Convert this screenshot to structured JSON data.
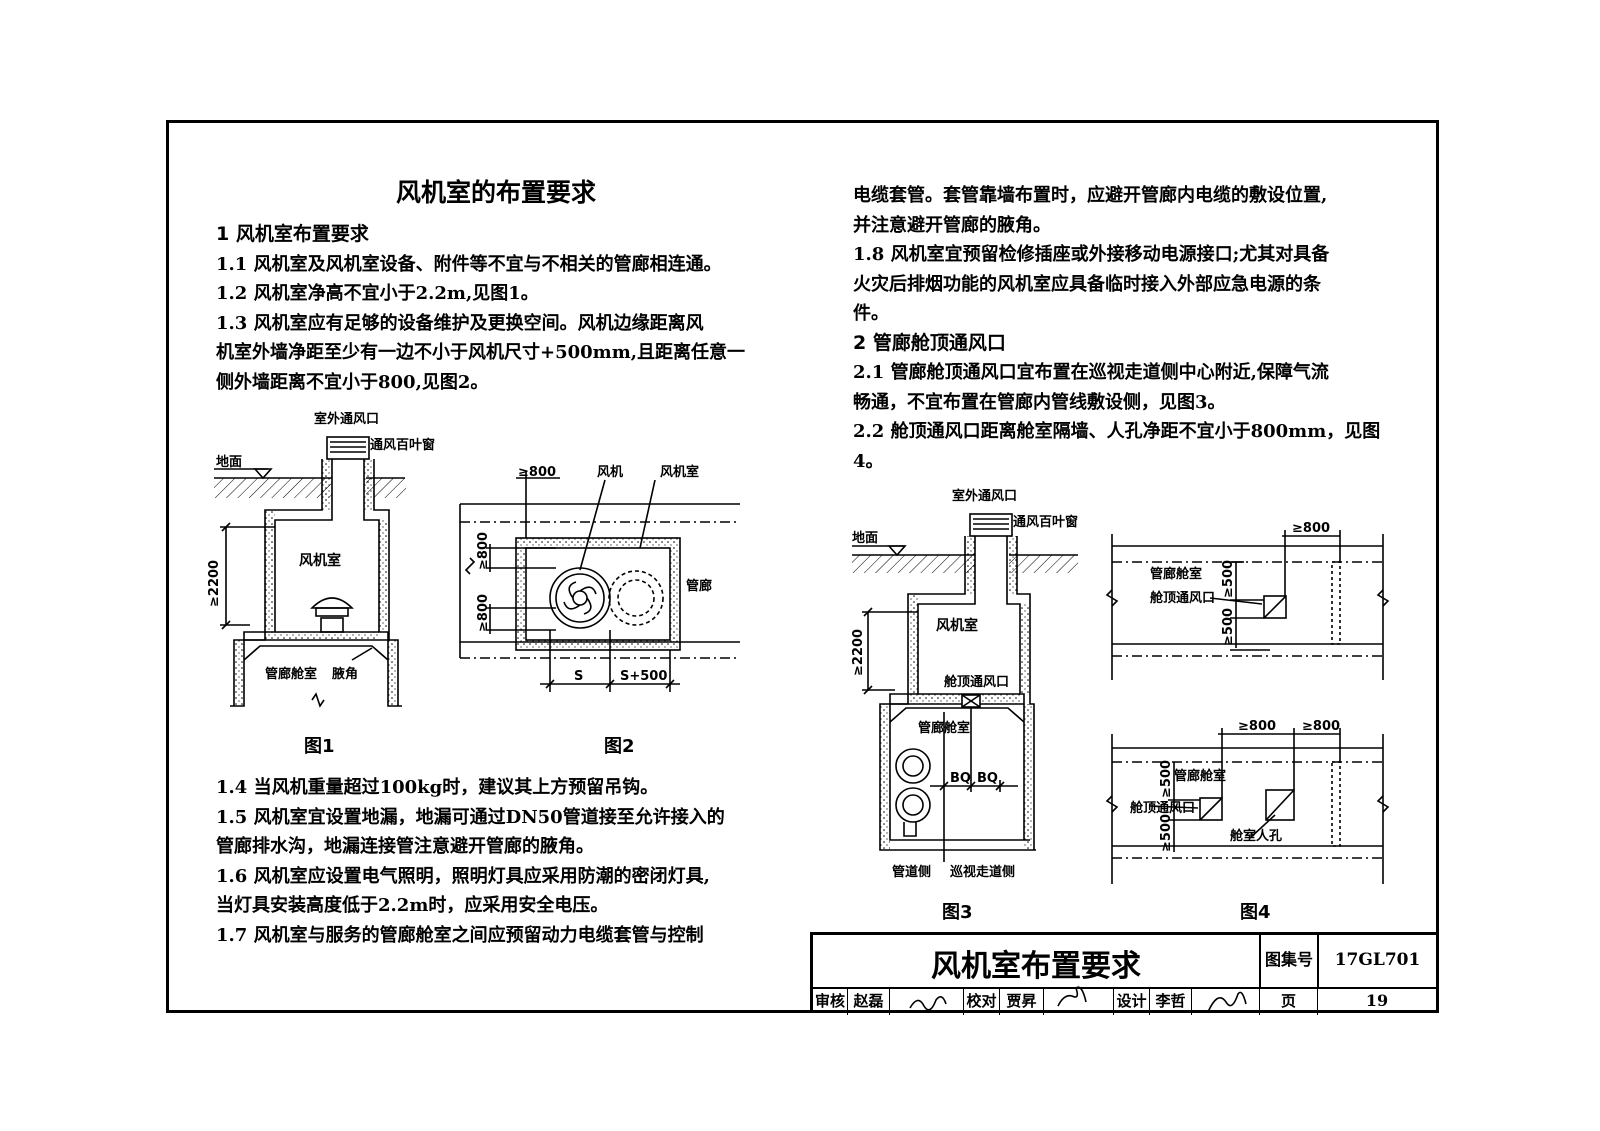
{
  "heading": "风机室的布置要求",
  "left_text": {
    "section1": "1 风机室布置要求",
    "p1_1": "1.1 风机室及风机室设备、附件等不宜与不相关的管廊相连通。",
    "p1_2": "1.2 风机室净高不宜小于2.2m,见图1。",
    "p1_3a": "1.3 风机室应有足够的设备维护及更换空间。风机边缘距离风",
    "p1_3b": "机室外墙净距至少有一边不小于风机尺寸+500mm,且距离任意一",
    "p1_3c": "侧外墙距离不宜小于800,见图2。",
    "p1_4": "1.4 当风机重量超过100kg时，建议其上方预留吊钩。",
    "p1_5a": "1.5 风机室宜设置地漏，地漏可通过DN50管道接至允许接入的",
    "p1_5b": "管廊排水沟，地漏连接管注意避开管廊的腋角。",
    "p1_6a": "1.6 风机室应设置电气照明，照明灯具应采用防潮的密闭灯具,",
    "p1_6b": "当灯具安装高度低于2.2m时，应采用安全电压。",
    "p1_7a": "1.7 风机室与服务的管廊舱室之间应预留动力电缆套管与控制"
  },
  "right_text": {
    "p1_7b": "电缆套管。套管靠墙布置时，应避开管廊内电缆的敷设位置,",
    "p1_7c": "并注意避开管廊的腋角。",
    "p1_8a": "1.8 风机室宜预留检修插座或外接移动电源接口;尤其对具备",
    "p1_8b": "火灾后排烟功能的风机室应具备临时接入外部应急电源的条",
    "p1_8c": "件。",
    "section2": "2 管廊舱顶通风口",
    "p2_1a": "2.1 管廊舱顶通风口宜布置在巡视走道侧中心附近,保障气流",
    "p2_1b": "畅通，不宜布置在管廊内管线敷设侧，见图3。",
    "p2_2a": "2.2 舱顶通风口距离舱室隔墙、人孔净距不宜小于800mm，见图",
    "p2_2b": "4。"
  },
  "fig1": {
    "caption": "图1",
    "outdoor_vent": "室外通风口",
    "louver": "通风百叶窗",
    "ground": "地面",
    "fan_room": "风机室",
    "height": "≥2200",
    "cabin": "管廊舱室",
    "haunch": "腋角"
  },
  "fig2": {
    "caption": "图2",
    "dim800_top": "≥800",
    "fan": "风机",
    "fan_room": "风机室",
    "corridor": "管廊",
    "dim800_a": "≥800",
    "dim800_b": "≥800",
    "s": "S",
    "s500": "S+500"
  },
  "fig3": {
    "caption": "图3",
    "outdoor_vent": "室外通风口",
    "louver": "通风百叶窗",
    "ground": "地面",
    "fan_room": "风机室",
    "height": "≥2200",
    "roof_vent": "舱顶通风口",
    "cabin": "管廊舱室",
    "bq1": "BQ",
    "bq2": "BQ",
    "pipe_side": "管道侧",
    "walk_side": "巡视走道侧"
  },
  "fig4": {
    "caption": "图4",
    "top_dim": "≥800",
    "cabin_a": "管廊舱室",
    "vent_a": "舱顶通风口",
    "d500_a1": "≥500",
    "d500_a2": "≥500",
    "dim800_1": "≥800",
    "dim800_2": "≥800",
    "cabin_b": "管廊舱室",
    "vent_b": "舱顶通风口",
    "manhole": "舱室人孔",
    "d500_b1": "≥500",
    "d500_b2": "≥500"
  },
  "title_block": {
    "title": "风机室布置要求",
    "atlas_label": "图集号",
    "atlas_no": "17GL701",
    "review_label": "审核",
    "reviewer": "赵磊",
    "check_label": "校对",
    "checker": "贾昇",
    "design_label": "设计",
    "designer": "李哲",
    "page_label": "页",
    "page_no": "19"
  }
}
